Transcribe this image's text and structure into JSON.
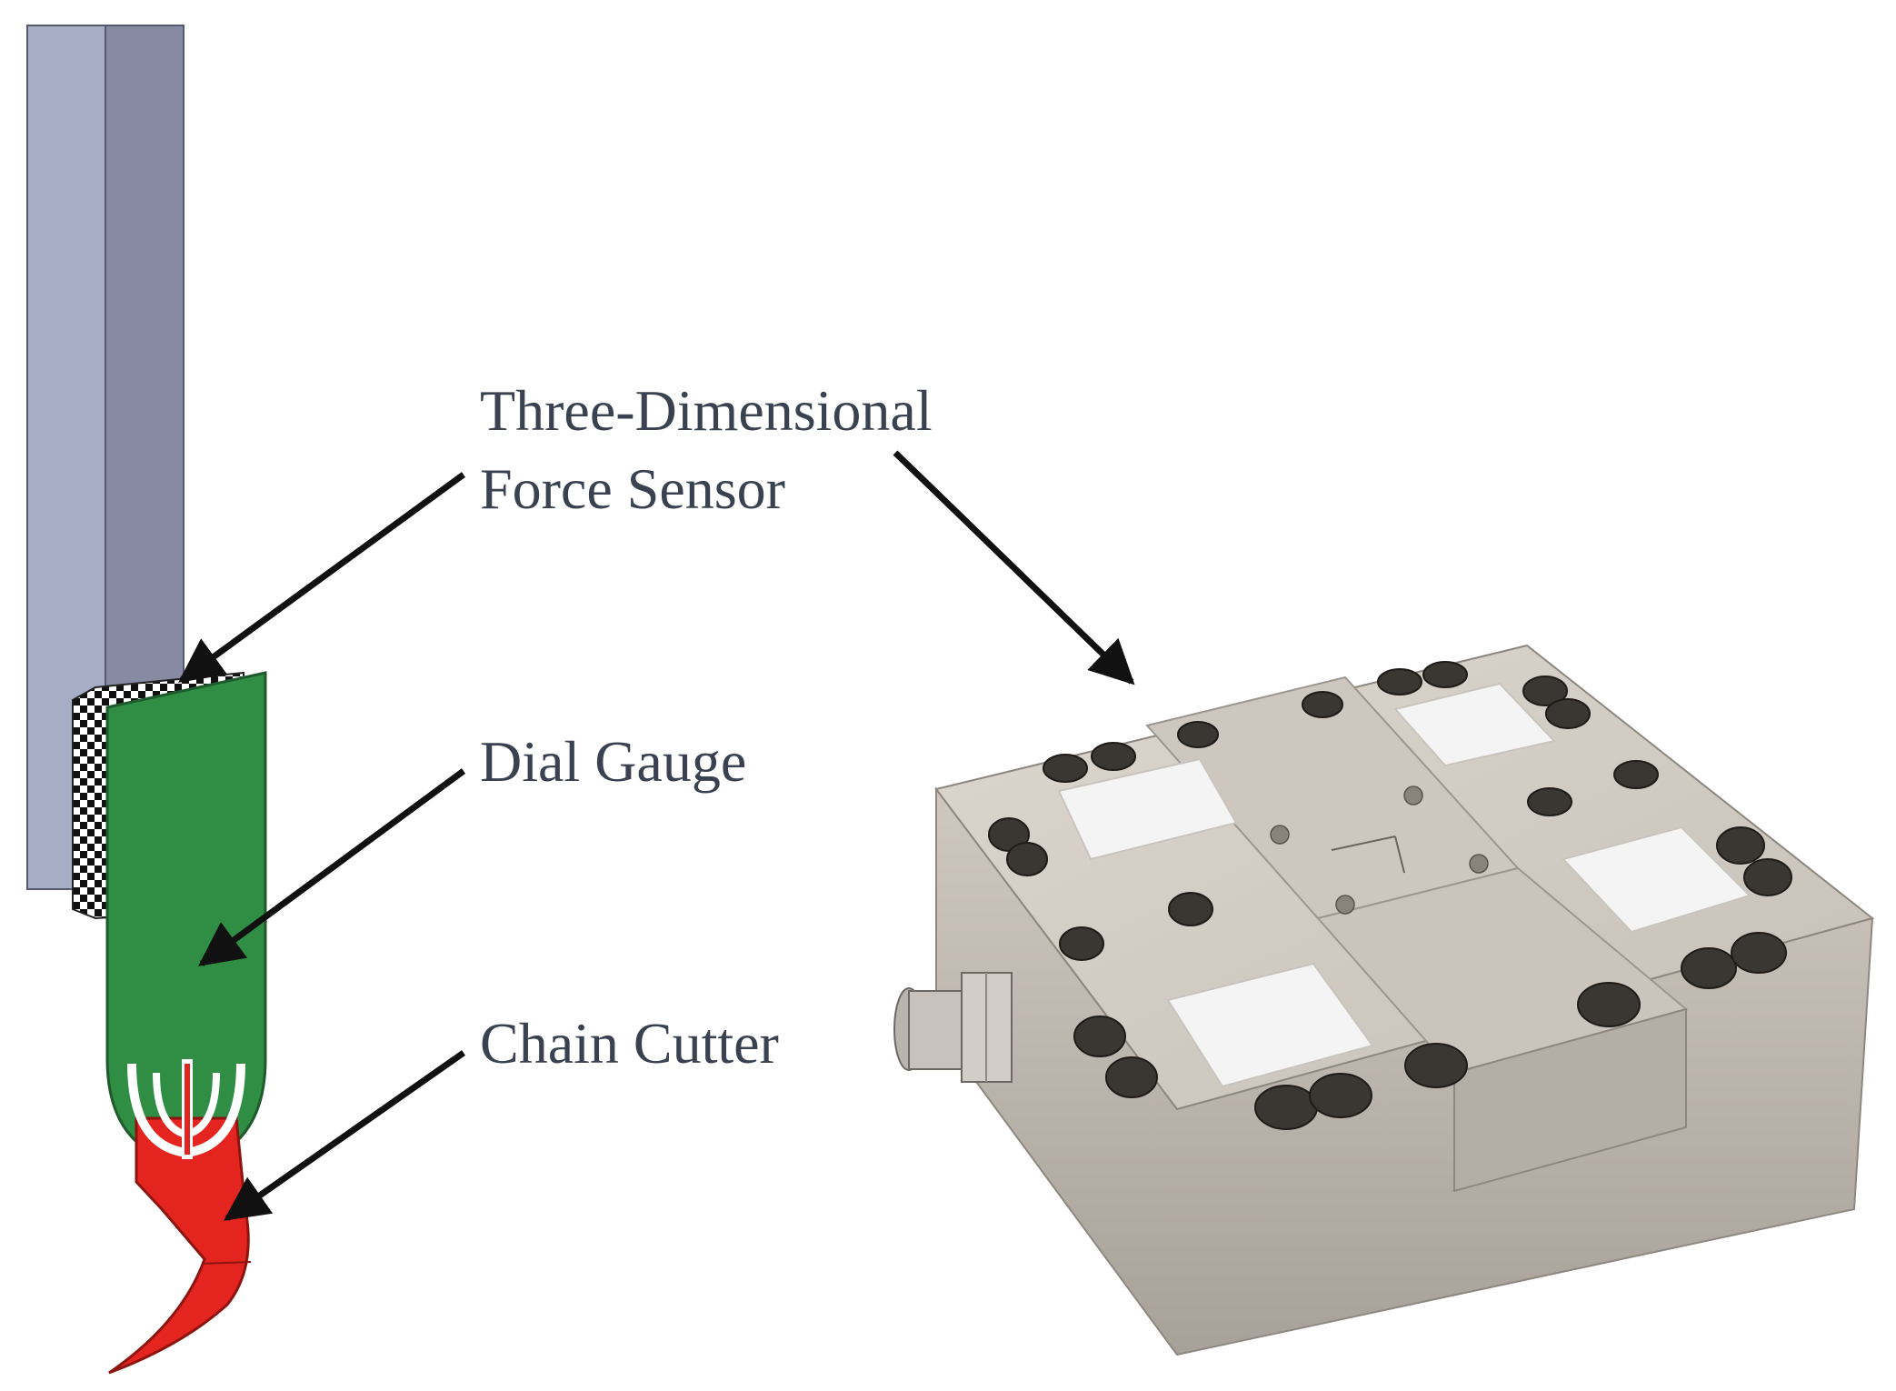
{
  "labels": {
    "sensor_line1": "Three-Dimensional",
    "sensor_line2": "Force Sensor",
    "dial_gauge": "Dial Gauge",
    "chain_cutter": "Chain Cutter"
  },
  "colors": {
    "text": "#3a4150",
    "arm_light": "#a8adc6",
    "arm_dark": "#868aa2",
    "gauge_green": "#2f8e44",
    "cutter_red": "#e3241f",
    "sensor_metal": "#c9c1b8",
    "sensor_top": "#d8d2cb",
    "pocket_white": "#f4f4f4",
    "arrow": "#111111"
  },
  "icons": {
    "arrow": "arrow-icon",
    "connector": "cable-connector-icon"
  }
}
